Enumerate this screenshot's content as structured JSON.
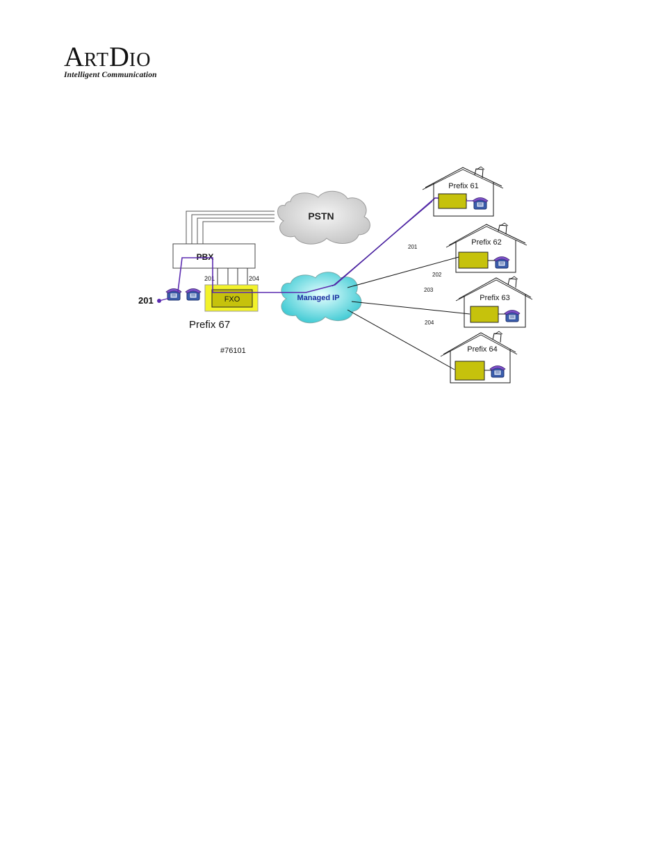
{
  "logo": {
    "brand_first_a": "A",
    "brand_rt": "RT",
    "brand_d": "D",
    "brand_io": "IO",
    "tagline": "Intelligent Communication"
  },
  "diagram": {
    "pstn": "PSTN",
    "pbx": "PBX",
    "fxo": "FXO",
    "managed_ip": "Managed IP",
    "local_prefix": "Prefix 67",
    "dial_string": "#76101",
    "caller_ext": "201",
    "pbx_port_first": "201",
    "pbx_port_last": "204",
    "links": [
      {
        "label": "201"
      },
      {
        "label": "202"
      },
      {
        "label": "203"
      },
      {
        "label": "204"
      }
    ],
    "sites": [
      {
        "label": "Prefix 61"
      },
      {
        "label": "Prefix 62"
      },
      {
        "label": "Prefix 63"
      },
      {
        "label": "Prefix 64"
      }
    ],
    "colors": {
      "call_path": "#5b2bb0",
      "gateway_fill": "#c6c20c",
      "fxo_highlight": "#f2f22a",
      "cloud_gray": "#d8d8d8",
      "cloud_cyan": "#4fd9e0"
    }
  }
}
